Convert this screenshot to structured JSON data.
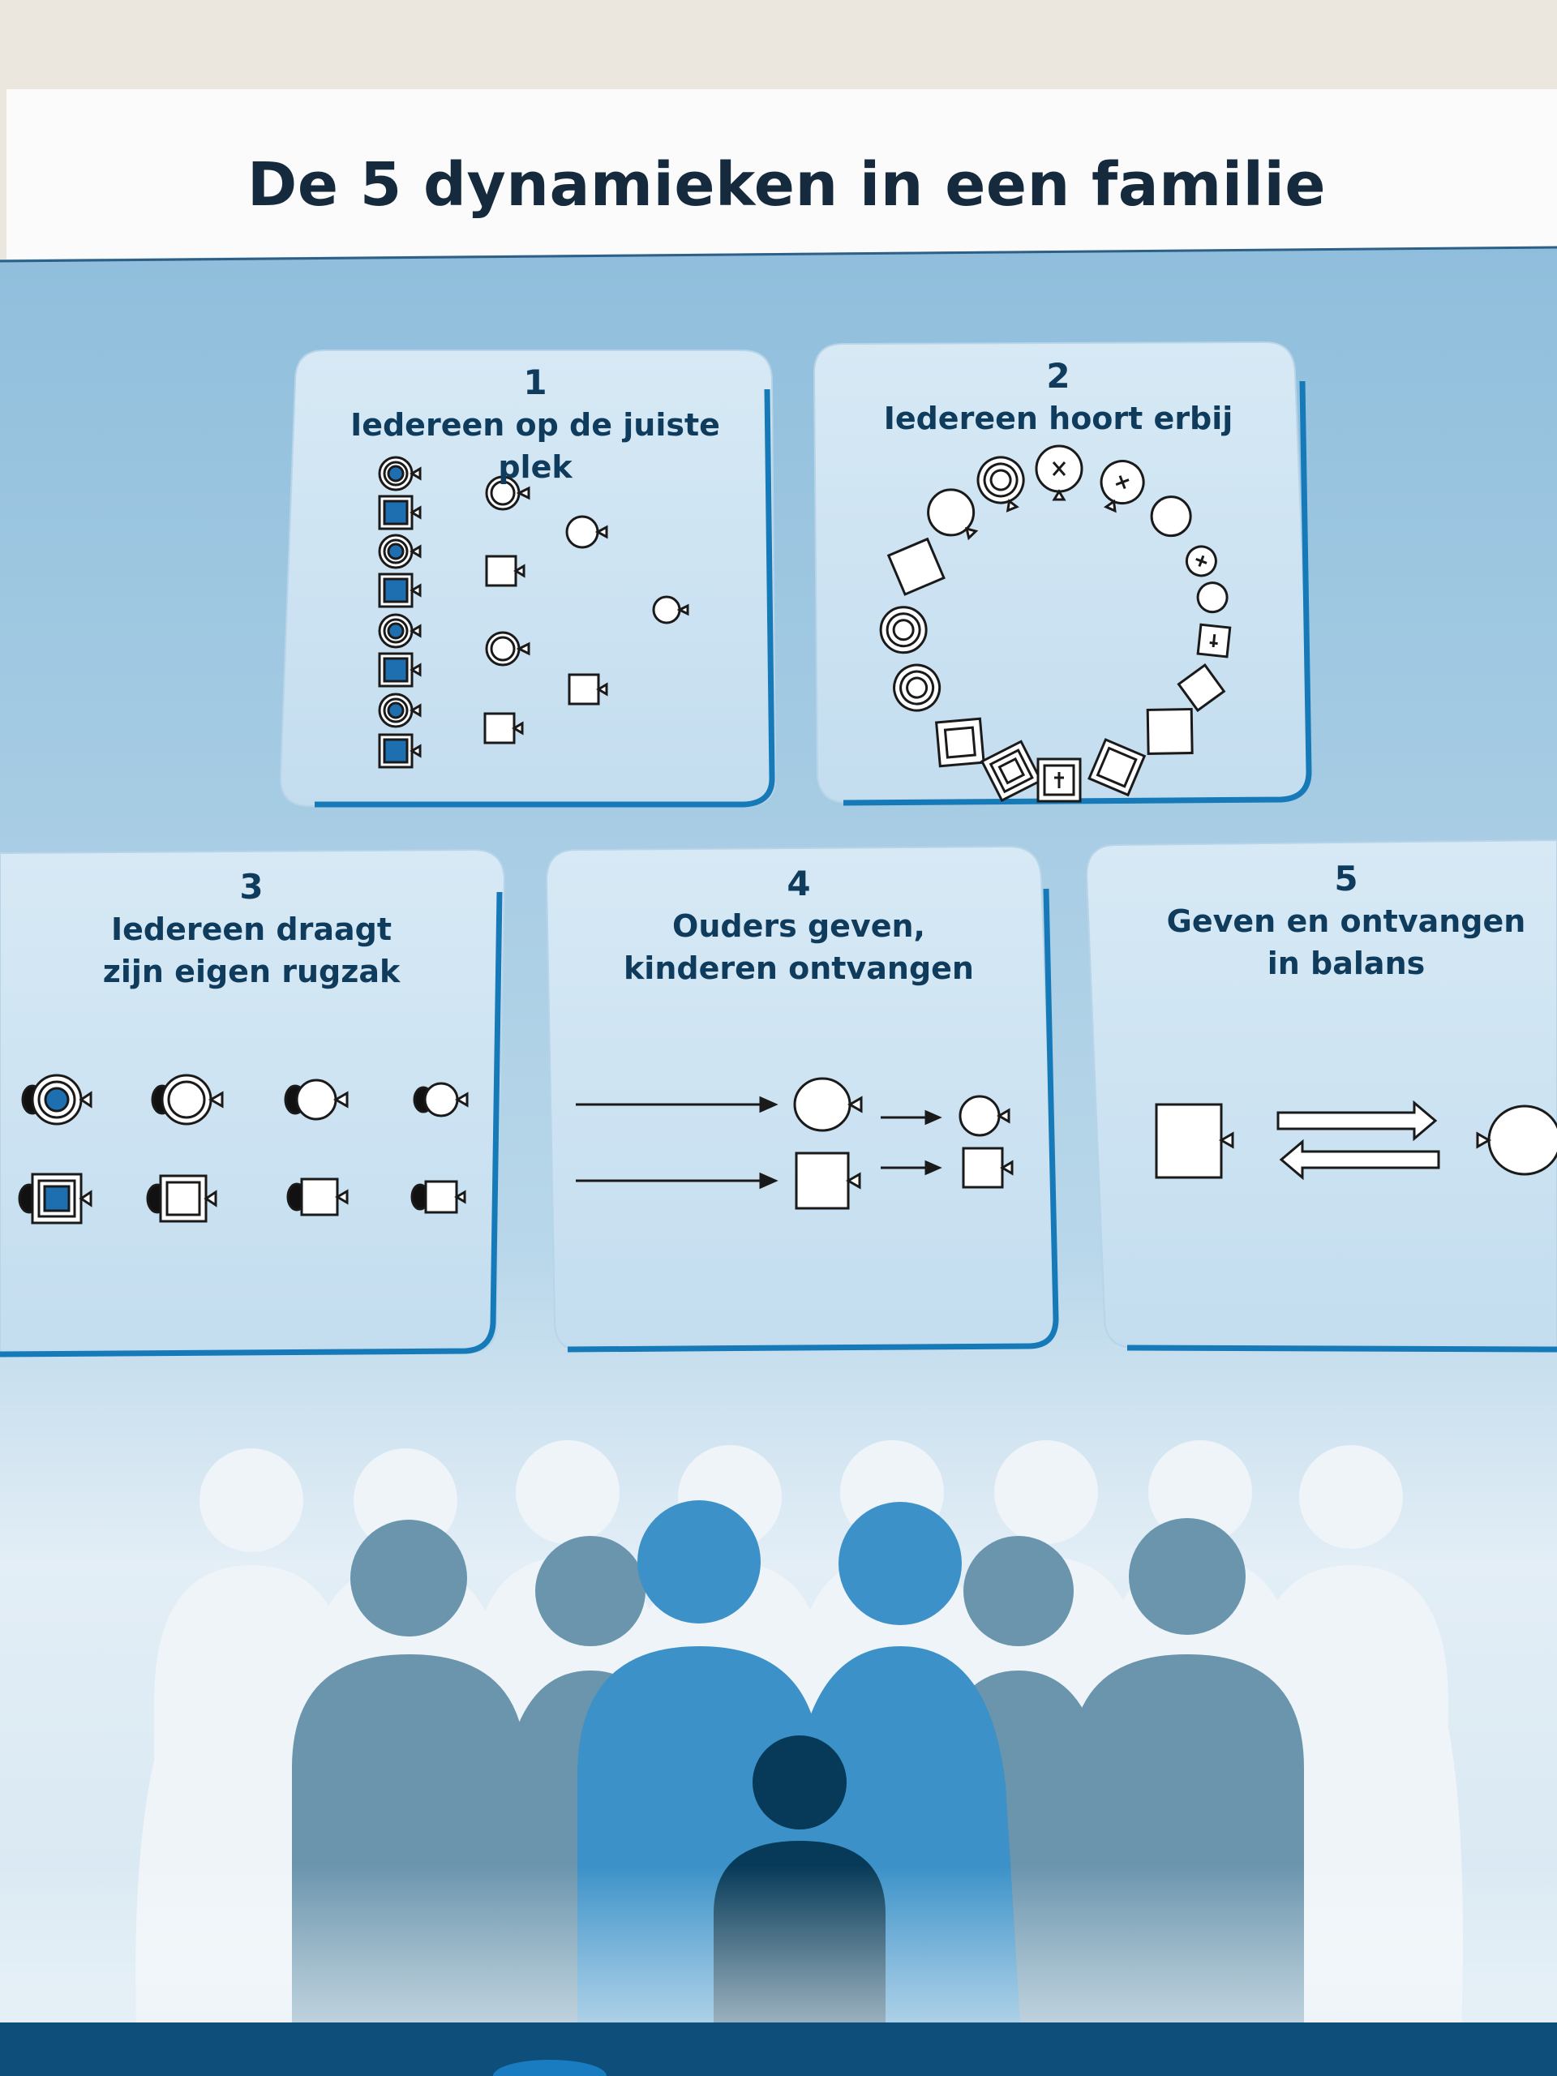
{
  "poster": {
    "title": "De 5 dynamieken in een familie",
    "panels": [
      {
        "number": "1",
        "line1": "Iedereen op de juiste plek",
        "line2": ""
      },
      {
        "number": "2",
        "line1": "Iedereen hoort erbij",
        "line2": ""
      },
      {
        "number": "3",
        "line1": "Iedereen draagt",
        "line2": "zijn eigen rugzak"
      },
      {
        "number": "4",
        "line1": "Ouders geven,",
        "line2": "kinderen ontvangen"
      },
      {
        "number": "5",
        "line1": "Geven en ontvangen",
        "line2": "in balans"
      }
    ]
  },
  "colors": {
    "poster_blue_light": "#dcebf5",
    "poster_blue": "#8fc0df",
    "panel_fill": "#cfe4f2",
    "panel_edge": "#1679b8",
    "title_text": "#152a3c",
    "heading_text": "#0f3b5c",
    "figure_pale": "#eef4f8",
    "figure_slate": "#6a95ad",
    "figure_blue": "#3b91c8",
    "figure_dark": "#063a58",
    "symbol_blue": "#1e6fb0"
  }
}
